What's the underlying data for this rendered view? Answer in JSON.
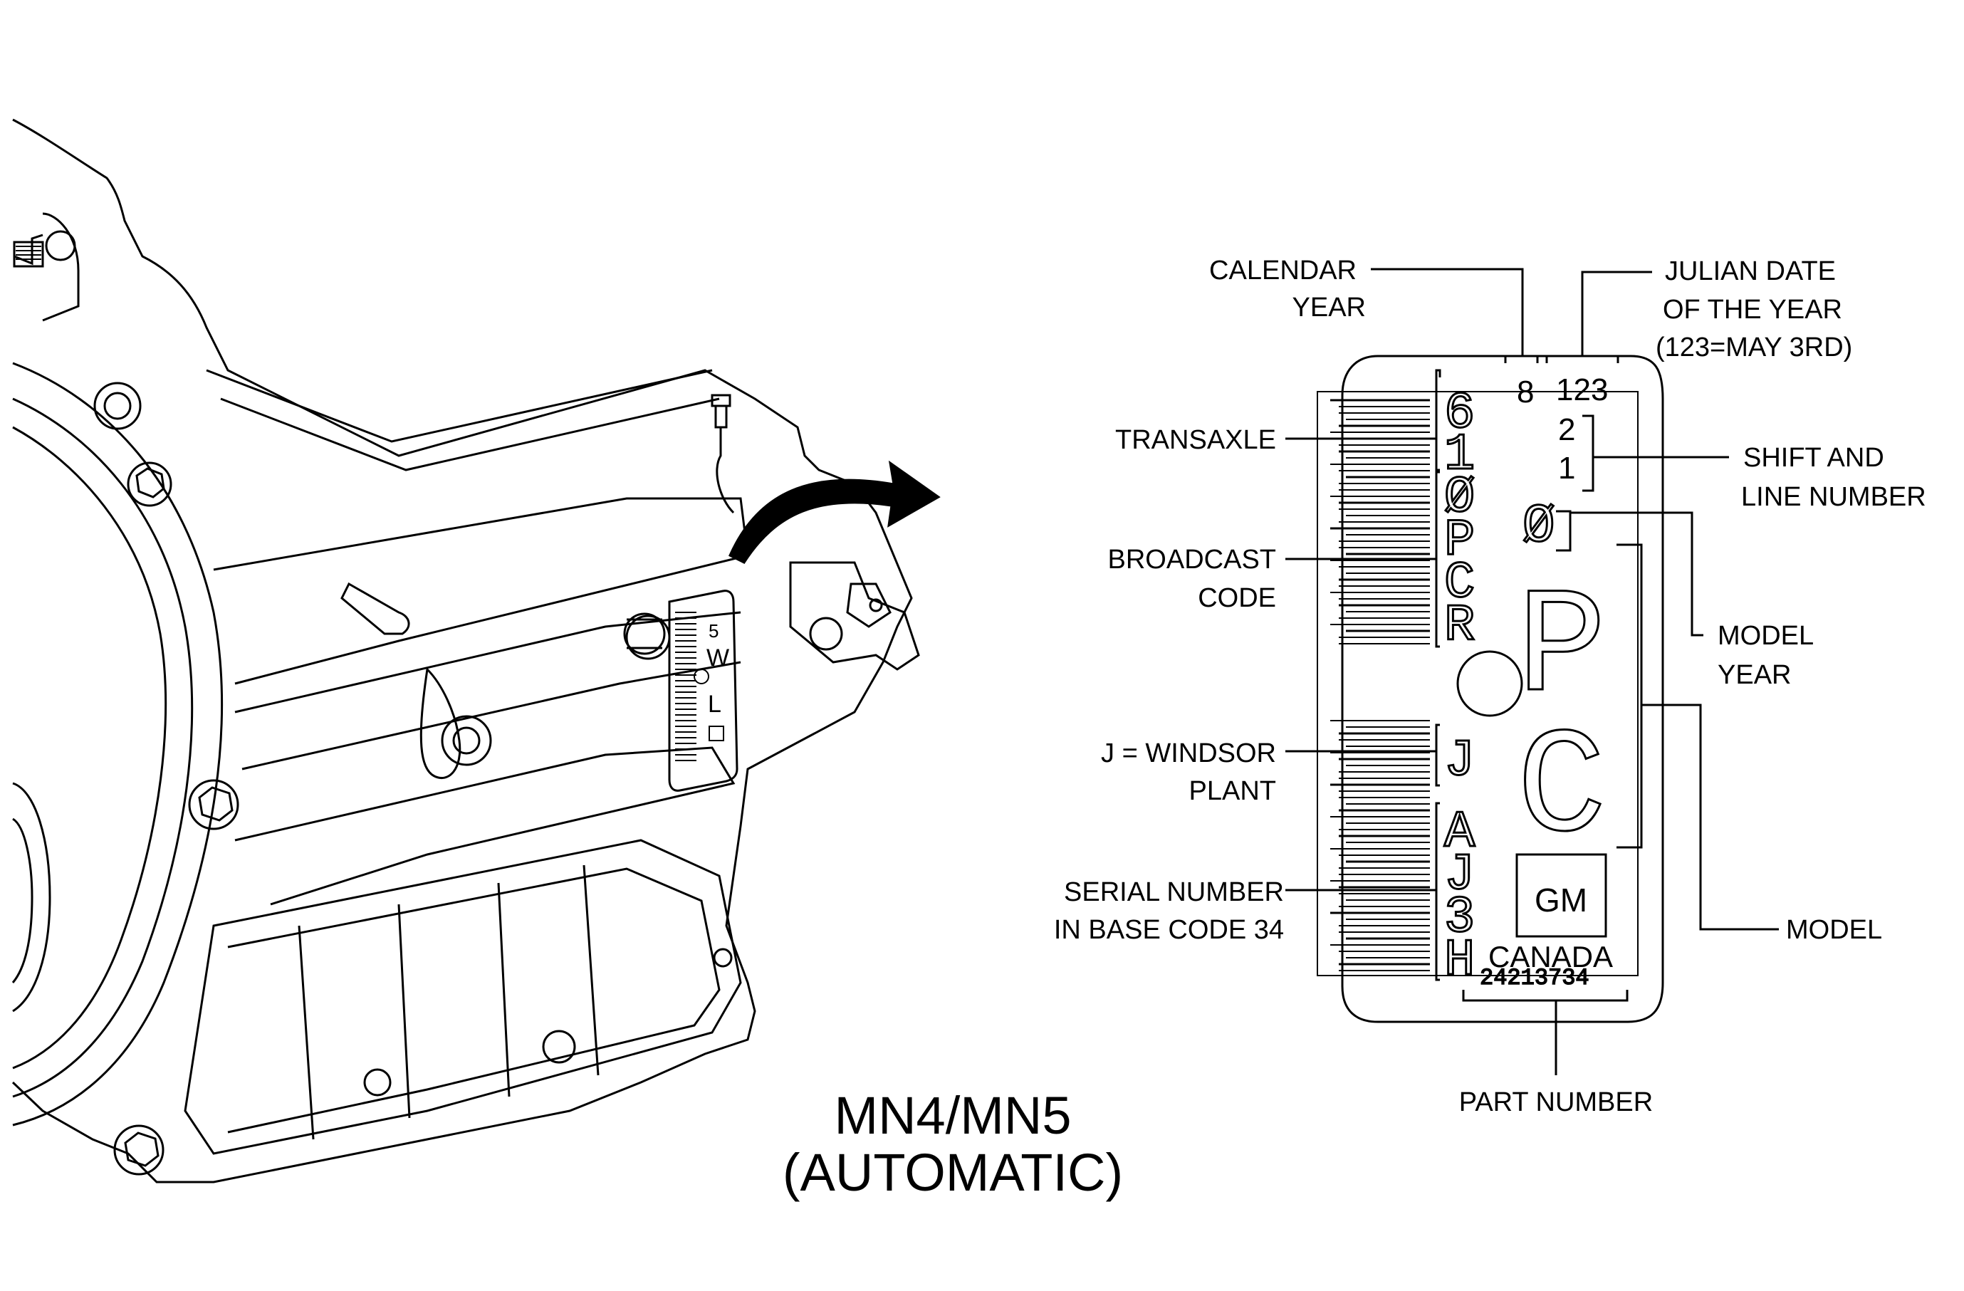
{
  "title": {
    "line1": "MN4/MN5",
    "line2": "(AUTOMATIC)"
  },
  "callouts": {
    "calendar_year": [
      "CALENDAR",
      "YEAR"
    ],
    "julian_date": [
      "JULIAN DATE",
      "OF THE YEAR",
      "(123=MAY 3RD)"
    ],
    "transaxle": [
      "TRANSAXLE"
    ],
    "shift_line": [
      "SHIFT AND",
      "LINE NUMBER"
    ],
    "broadcast_code": [
      "BROADCAST",
      "CODE"
    ],
    "model_year": [
      "MODEL",
      "YEAR"
    ],
    "windsor_plant": [
      "J = WINDSOR",
      "PLANT"
    ],
    "serial_number": [
      "SERIAL NUMBER",
      "IN BASE CODE 34"
    ],
    "model": [
      "MODEL"
    ],
    "part_number": [
      "PART NUMBER"
    ]
  },
  "tag": {
    "calendar_year_digit": "8",
    "julian_digits": "123",
    "shift_digit": "2",
    "line_digit": "1",
    "model_year_char": "Ø",
    "model_letters": [
      "P",
      "C"
    ],
    "transaxle_chars": [
      "6",
      "1"
    ],
    "broadcast_chars": [
      "Ø",
      "P",
      "C",
      "R"
    ],
    "plant_char": "J",
    "serial_chars": [
      "A",
      "J",
      "3",
      "H"
    ],
    "logo": "GM",
    "country": "CANADA",
    "part_number": "24213734"
  },
  "small_tag": {
    "chars": [
      "5",
      "W",
      "L"
    ]
  },
  "colors": {
    "ink": "#000000",
    "paper": "#ffffff"
  }
}
